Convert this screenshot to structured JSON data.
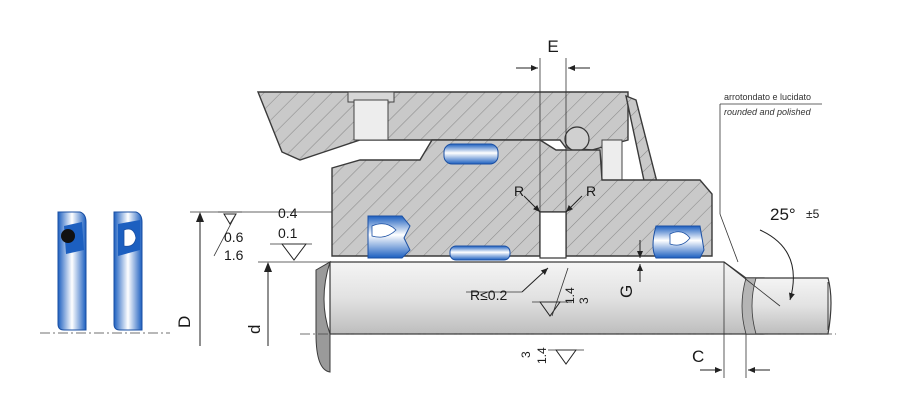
{
  "labels": {
    "E": "E",
    "R_left": "R",
    "R_right": "R",
    "angle": "25°",
    "angle_tol": "±5",
    "rough_top_a": "0.4",
    "rough_top_b": "0.1",
    "rough_mid_a": "0.6",
    "rough_mid_b": "1.6",
    "radius_note": "R≤0.2",
    "G": "G",
    "D": "D",
    "d": "d",
    "C": "C",
    "rough_low_a": "1.4",
    "rough_low_b": "3",
    "rough_bot_a": "3",
    "rough_bot_b": "1.4"
  },
  "note": {
    "line1": "arrotondato e lucidato",
    "line2": "rounded and polished"
  },
  "colors": {
    "seal_blue": "#1f6fd0",
    "seal_light": "#cfe3f7",
    "hatch_grey": "#c8c8c8",
    "rod_grey": "#e6e6e6",
    "line": "#3a3a3a"
  }
}
